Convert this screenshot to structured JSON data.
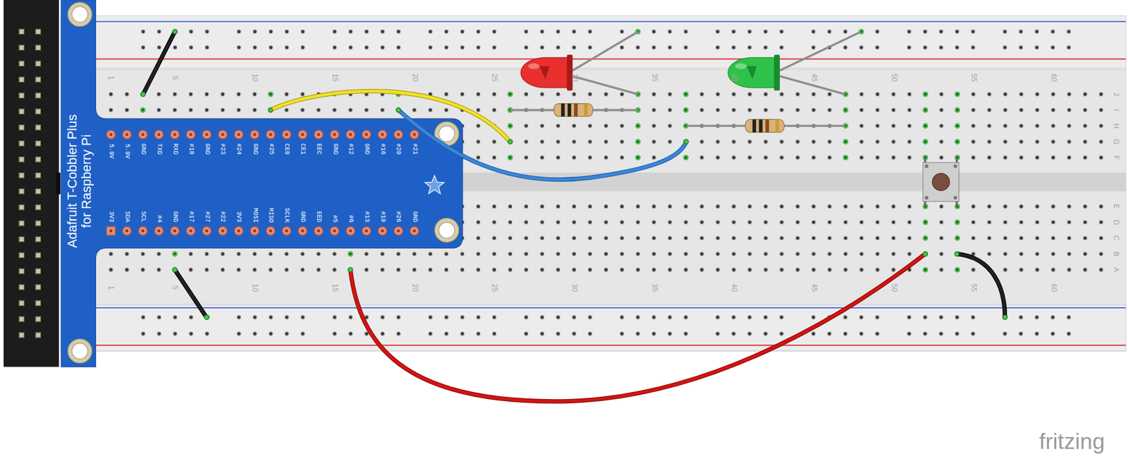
{
  "diagram": {
    "nodes": [
      {
        "text": [
          "Adafruit T-Cobbler Plus for Raspberry Pi"
        ]
      }
    ],
    "labels": [
      "5.0V",
      "5.0V",
      "GND",
      "TXD",
      "RXD",
      "#18",
      "GND",
      "#23",
      "#24",
      "GND",
      "#25",
      "CE0",
      "CE1",
      "EEC",
      "GND",
      "#12",
      "GND",
      "#16",
      "#20",
      "#21",
      "3V3",
      "SDA",
      "SCL",
      "#4",
      "GND",
      "#17",
      "#27",
      "#22",
      "3V3",
      "MOSI",
      "MISO",
      "SCLK",
      "GND",
      "EED",
      "#5",
      "#6",
      "#13",
      "#19",
      "#26",
      "GND",
      "1",
      "5",
      "10",
      "15",
      "20",
      "25",
      "30",
      "35",
      "40",
      "45",
      "50",
      "55",
      "60",
      "J",
      "I",
      "H",
      "G",
      "F",
      "E",
      "D",
      "C",
      "B",
      "A",
      "1",
      "5",
      "10",
      "15",
      "20",
      "25",
      "30",
      "35",
      "40",
      "45",
      "50",
      "55",
      "60",
      "fritzing"
    ]
  }
}
